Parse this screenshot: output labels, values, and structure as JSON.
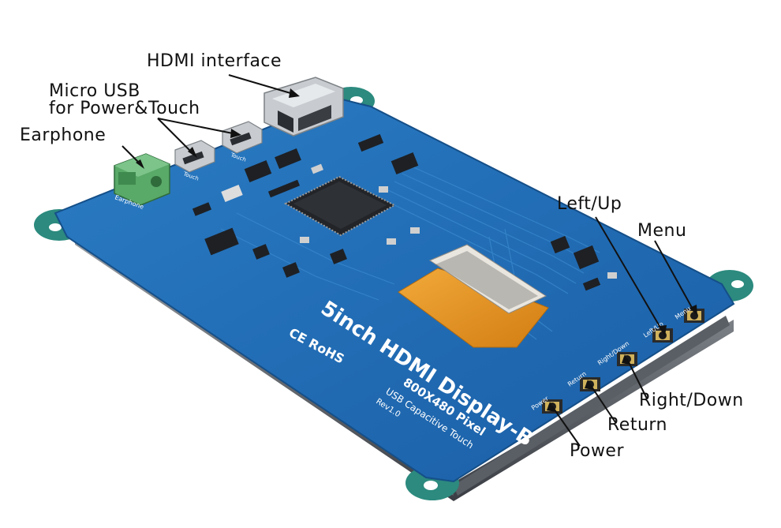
{
  "callouts": {
    "hdmi": "HDMI interface",
    "micro_usb_line1": "Micro USB",
    "micro_usb_line2": "for Power&Touch",
    "earphone": "Earphone",
    "left_up": "Left/Up",
    "menu": "Menu",
    "right_down": "Right/Down",
    "return": "Return",
    "power": "Power"
  },
  "board": {
    "title": "5inch HDMI Display-B",
    "resolution": "800X480 Pixel",
    "touch": "USB Capacitive Touch",
    "rev": "Rev1.0",
    "cert": "CE RoHS",
    "earphone_silk": "Earphone",
    "touch_silk_1": "Touch",
    "touch_silk_2": "Touch",
    "btn_power": "Power",
    "btn_return": "Return",
    "btn_right": "Right/Down",
    "btn_left": "Left/Up",
    "btn_menu": "Menu"
  },
  "colors": {
    "pcb": "#1f6db5",
    "pcb_dark": "#13508b",
    "mount": "#2c8a7e",
    "flex": "#e8961e",
    "silk": "#ffffff"
  }
}
